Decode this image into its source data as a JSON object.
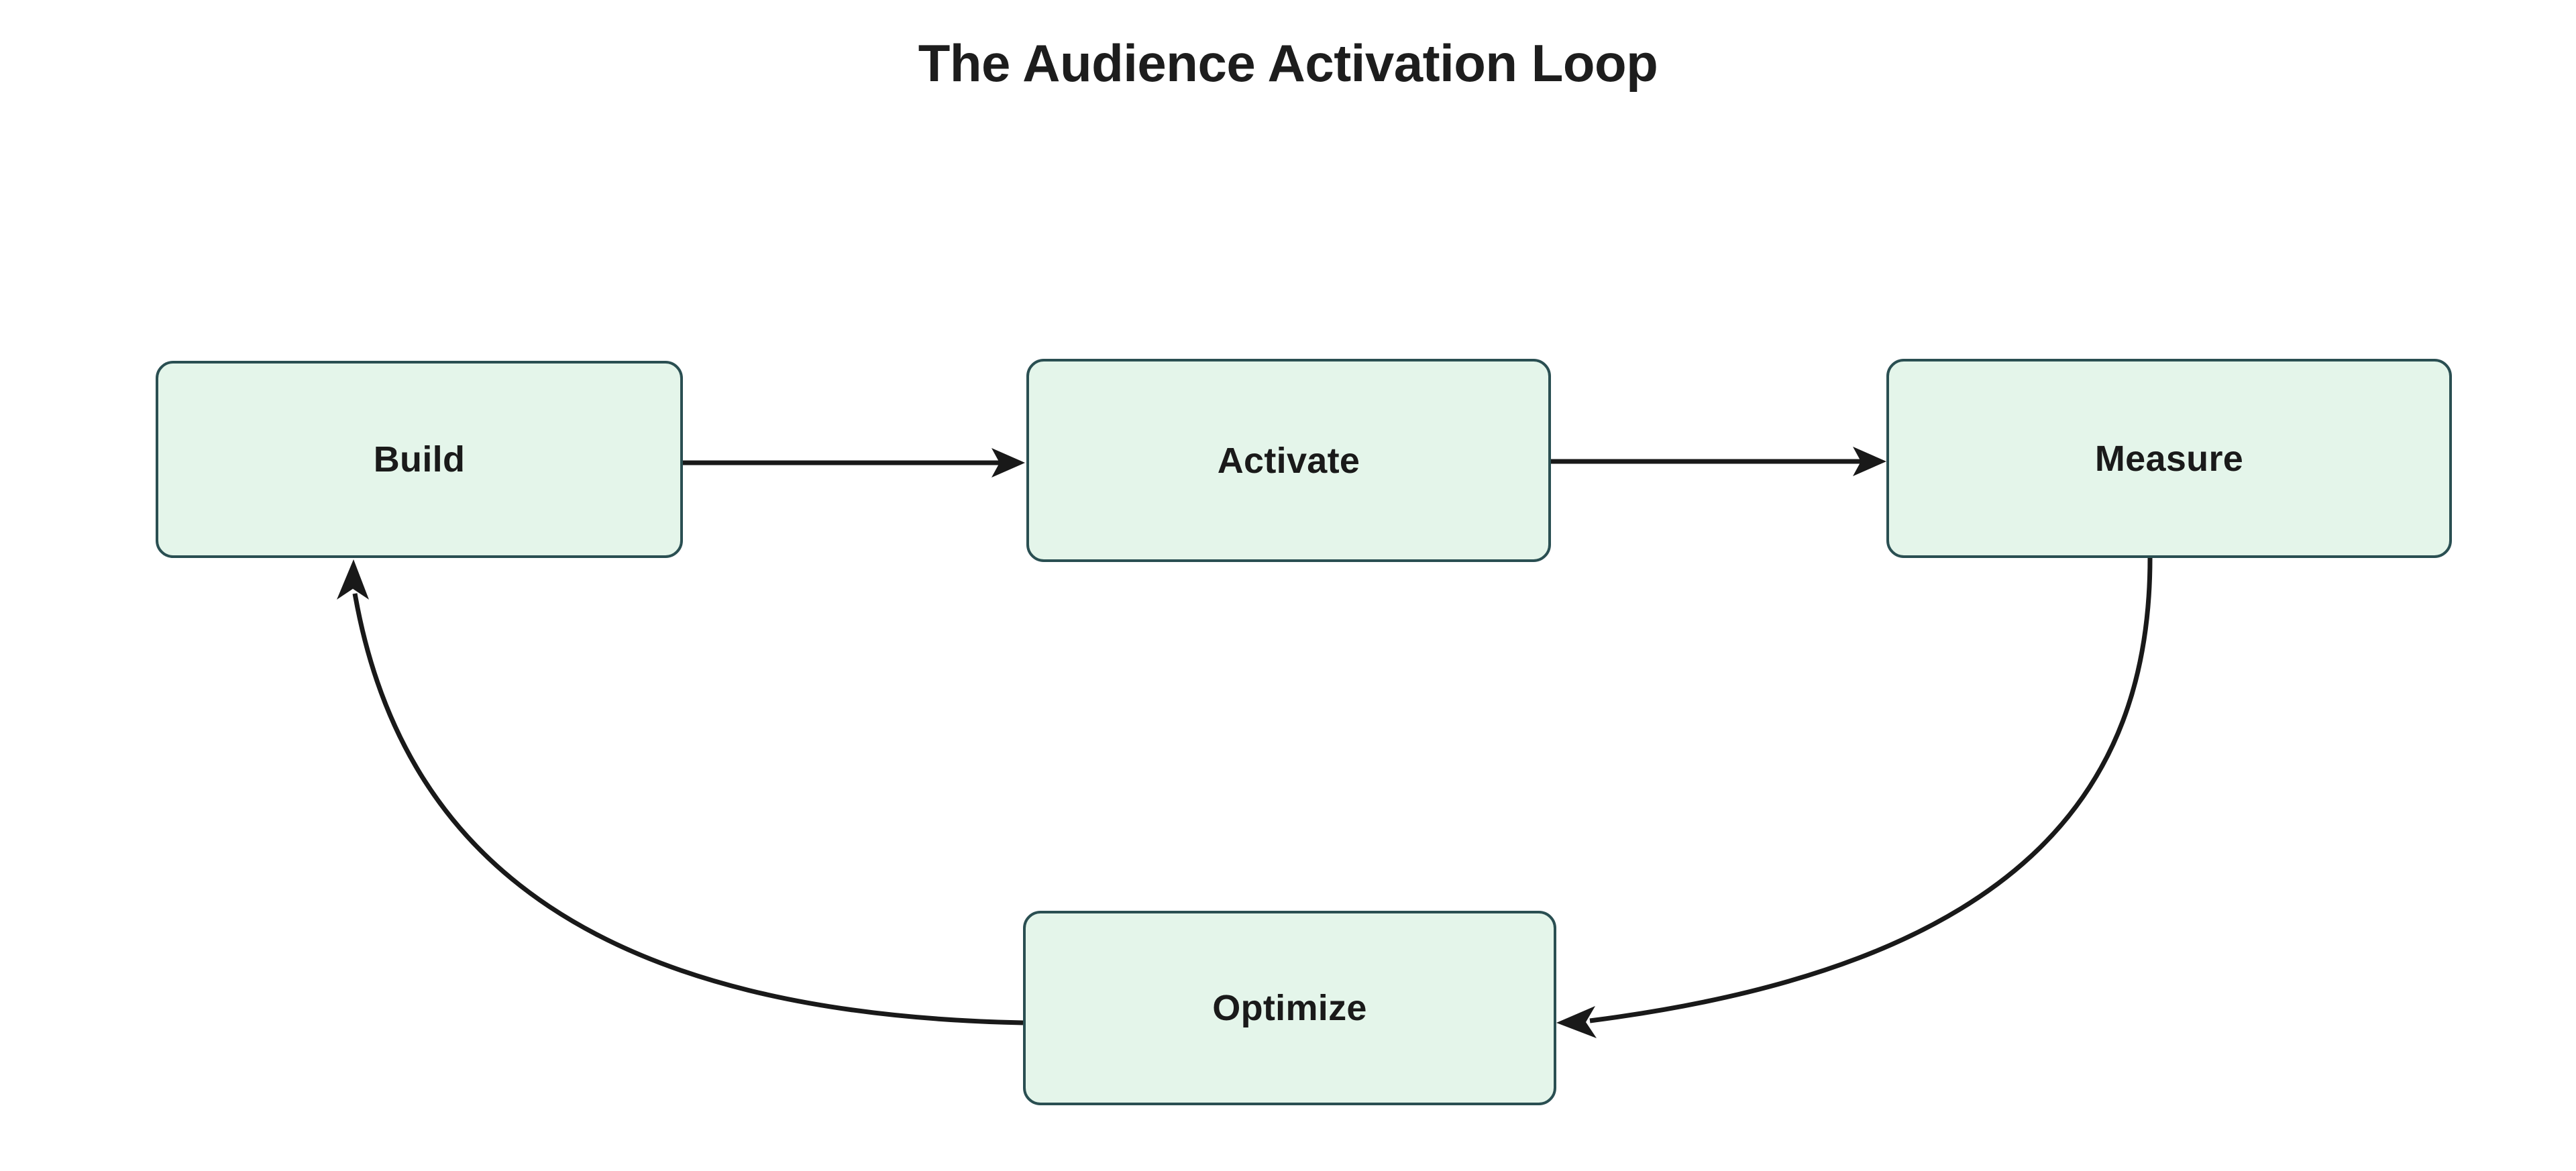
{
  "diagram": {
    "title": "The Audience Activation Loop",
    "type": "cycle-flowchart",
    "background_color": "#ffffff",
    "node_fill_color": "#e4f5ea",
    "node_border_color": "#2a4f52",
    "node_text_color": "#1a1a1a",
    "edge_color": "#191919",
    "title_color": "#1d1d1d",
    "nodes": [
      {
        "id": "build",
        "label": "Build"
      },
      {
        "id": "activate",
        "label": "Activate"
      },
      {
        "id": "measure",
        "label": "Measure"
      },
      {
        "id": "optimize",
        "label": "Optimize"
      }
    ],
    "edges": [
      {
        "from": "Build",
        "to": "Activate",
        "style": "straight-arrow"
      },
      {
        "from": "Activate",
        "to": "Measure",
        "style": "straight-arrow"
      },
      {
        "from": "Measure",
        "to": "Optimize",
        "style": "curved-arrow"
      },
      {
        "from": "Optimize",
        "to": "Build",
        "style": "curved-arrow"
      }
    ]
  }
}
